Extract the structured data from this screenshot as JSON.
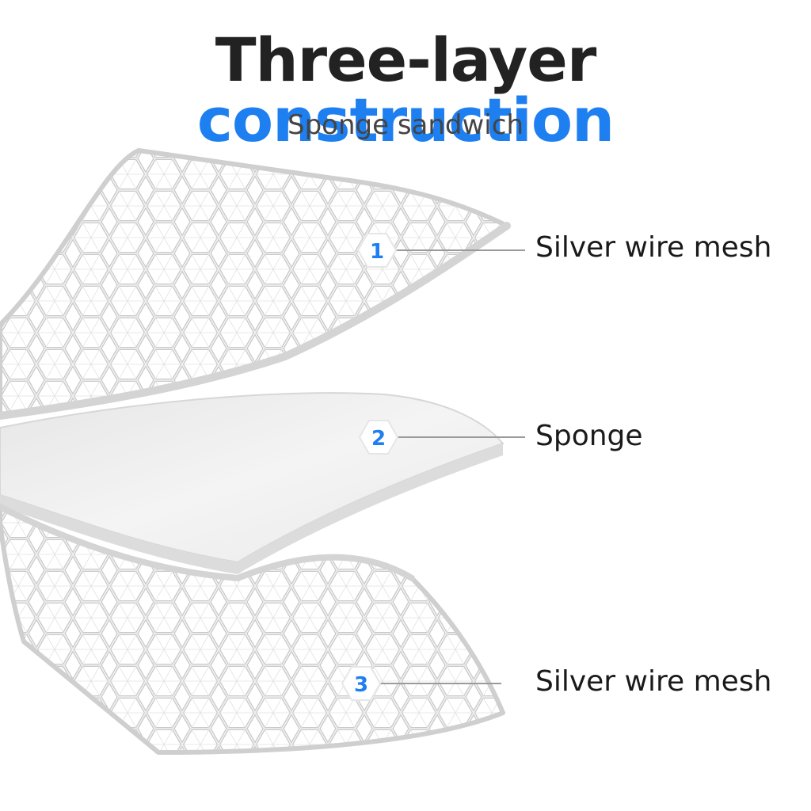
{
  "header": {
    "title_part1": "Three-layer",
    "title_part2": "construction",
    "subtitle": "Sponge sandwich"
  },
  "layers": [
    {
      "number": "1",
      "label": "Silver wire mesh"
    },
    {
      "number": "2",
      "label": "Sponge"
    },
    {
      "number": "3",
      "label": "Silver wire mesh"
    }
  ],
  "colors": {
    "accent": "#1e7ff0",
    "title_dark": "#222222",
    "mesh": "#d9d9d9",
    "sponge": "#efefef"
  }
}
